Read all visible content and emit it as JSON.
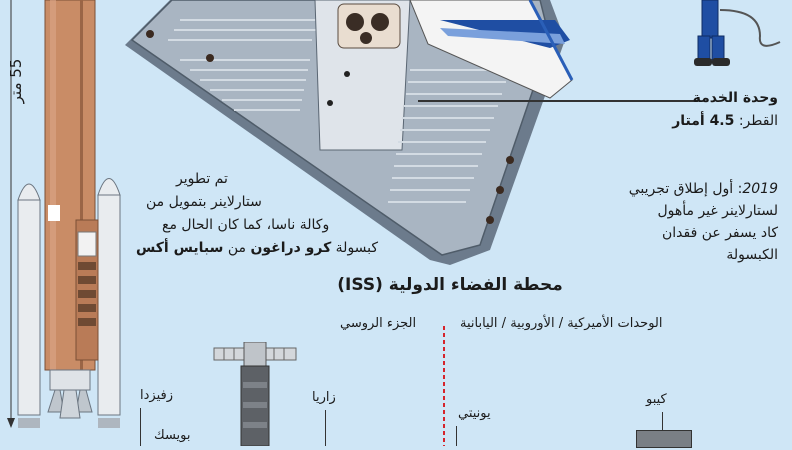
{
  "rocket": {
    "height_label": "55 متر"
  },
  "starliner_note": {
    "line1": "تم تطوير",
    "line2": "ستارلاينر بتمويل من",
    "line3": "وكالة ناسا، كما كان الحال مع",
    "line4_prefix": "كبسولة",
    "line4_bold1": "كرو دراغون",
    "line4_mid": "من",
    "line4_bold2": "سبايس أكس"
  },
  "service_module": {
    "title": "وحدة الخدمة",
    "diameter_label": "القطر:",
    "diameter_value": "4.5 أمتار"
  },
  "test_flight": {
    "year": "2019",
    "line1": ": أول إطلاق تجريبي",
    "line2": "لستارلاينر غير مأهول",
    "line3": "كاد يسفر عن فقدان",
    "line4": "الكبسولة"
  },
  "iss": {
    "title": "محطة الفضاء الدولية (ISS)",
    "russian_segment": "الجزء الروسي",
    "other_segments": "الوحدات الأميركية / الأوروبية / اليابانية",
    "modules": {
      "zvezda": "زفيزدا",
      "zarya": "زاريا",
      "poisk": "بويسك",
      "unity": "يونيتي",
      "kibo": "كيبو"
    }
  },
  "colors": {
    "background": "#cfe6f6",
    "rocket_body": "#c98c66",
    "capsule_white": "#f4f4f4",
    "capsule_blue": "#1f4ea3",
    "service_gray": "#9aa7b5",
    "iss_divider": "#d6242b"
  }
}
